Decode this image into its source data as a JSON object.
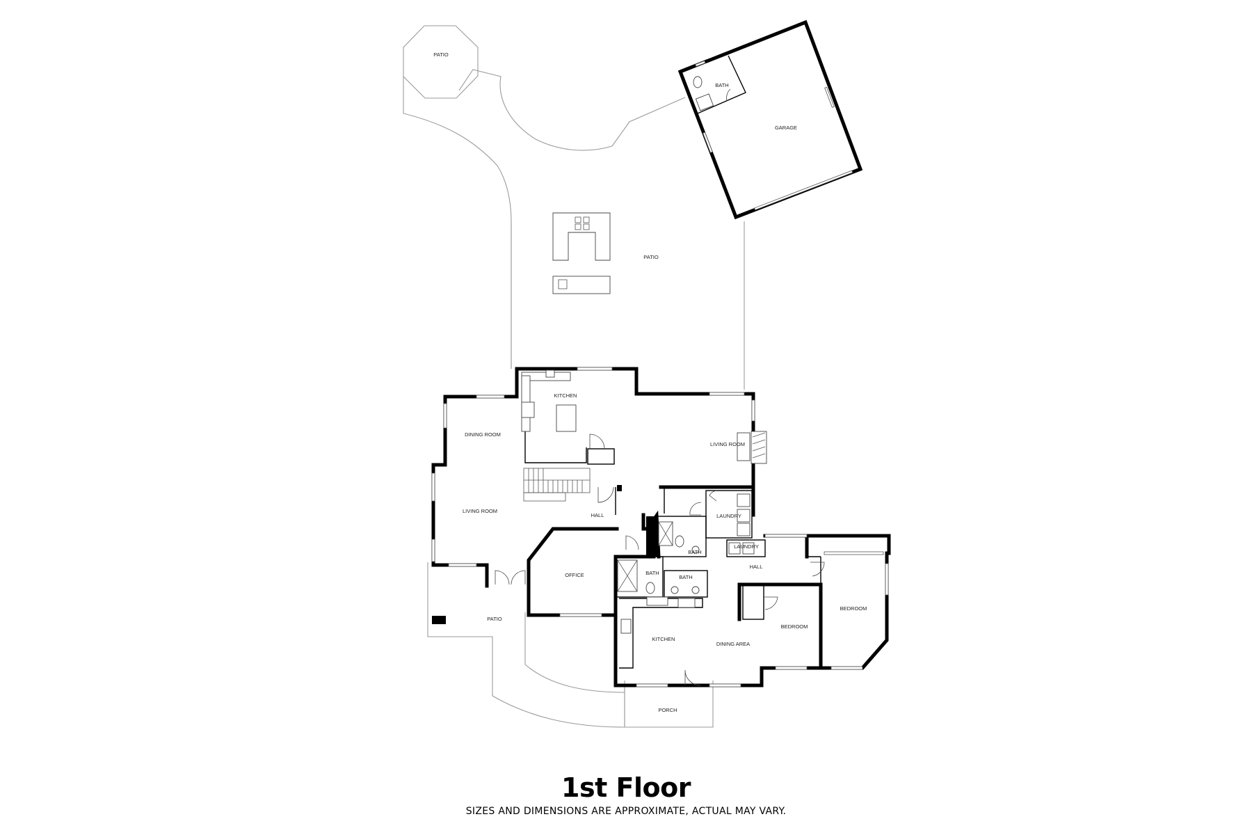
{
  "floor_title": "1st Floor",
  "disclaimer": "SIZES AND DIMENSIONS ARE APPROXIMATE, ACTUAL MAY VARY.",
  "rooms": {
    "patio_octagon": "PATIO",
    "bath_garage": "BATH",
    "garage": "GARAGE",
    "patio_main": "PATIO",
    "kitchen_upper": "KITCHEN",
    "dining_room": "DINING ROOM",
    "living_room_right": "LIVING ROOM",
    "living_room_left": "LIVING ROOM",
    "hall_center": "HALL",
    "laundry_upper": "LAUNDRY",
    "bath_center": "BATH",
    "laundry_lower": "LAUNDRY",
    "office": "OFFICE",
    "bath_left": "BATH",
    "bath_right": "BATH",
    "hall_right": "HALL",
    "bedroom_center": "BEDROOM",
    "bedroom_right": "BEDROOM",
    "patio_lower": "PATIO",
    "kitchen_lower": "KITCHEN",
    "dining_area": "DINING AREA",
    "porch": "PORCH"
  },
  "colors": {
    "wall": "#000000",
    "outline": "#9a9a9a",
    "background": "#ffffff"
  }
}
